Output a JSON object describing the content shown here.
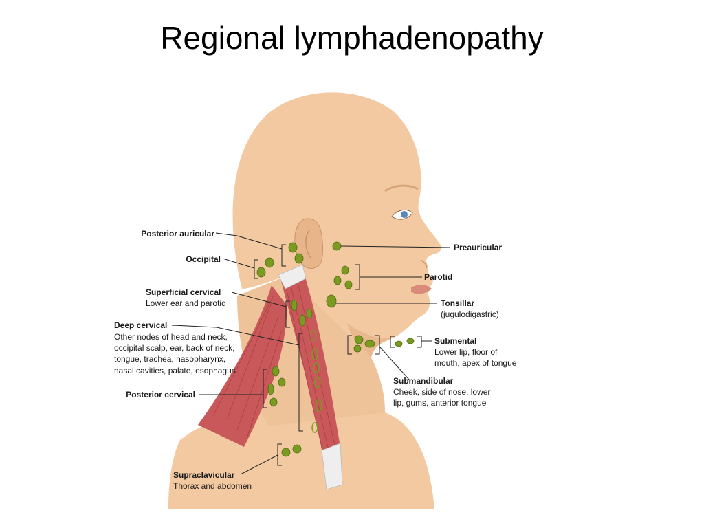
{
  "title": "Regional lymphadenopathy",
  "colors": {
    "skin": "#f2c9a0",
    "skin_shade": "#e2ad7e",
    "muscle": "#c9585a",
    "node_fill": "#7a9a22",
    "node_outline": "#4d6b10",
    "eye": "#5d86b8",
    "lips": "#d98a7a"
  },
  "labels": {
    "posterior_auricular": {
      "name": "Posterior auricular"
    },
    "occipital": {
      "name": "Occipital"
    },
    "superficial_cervical": {
      "name": "Superficial cervical",
      "desc": [
        "Lower ear and parotid"
      ]
    },
    "deep_cervical": {
      "name": "Deep cervical",
      "desc": [
        "Other nodes of head and neck,",
        "occipital scalp, ear, back of neck,",
        "tongue, trachea, nasopharynx,",
        "nasal cavities, palate, esophagus"
      ]
    },
    "posterior_cervical": {
      "name": "Posterior cervical"
    },
    "supraclavicular": {
      "name": "Supraclavicular",
      "desc": [
        "Thorax and abdomen"
      ]
    },
    "preauricular": {
      "name": "Preauricular"
    },
    "parotid": {
      "name": "Parotid"
    },
    "tonsillar": {
      "name": "Tonsillar",
      "desc": [
        "(jugulodigastric)"
      ]
    },
    "submental": {
      "name": "Submental",
      "desc": [
        "Lower lip, floor of",
        "mouth, apex of tongue"
      ]
    },
    "submandibular": {
      "name": "Submandibular",
      "desc": [
        "Cheek, side of nose, lower",
        "lip, gums, anterior tongue"
      ]
    }
  }
}
